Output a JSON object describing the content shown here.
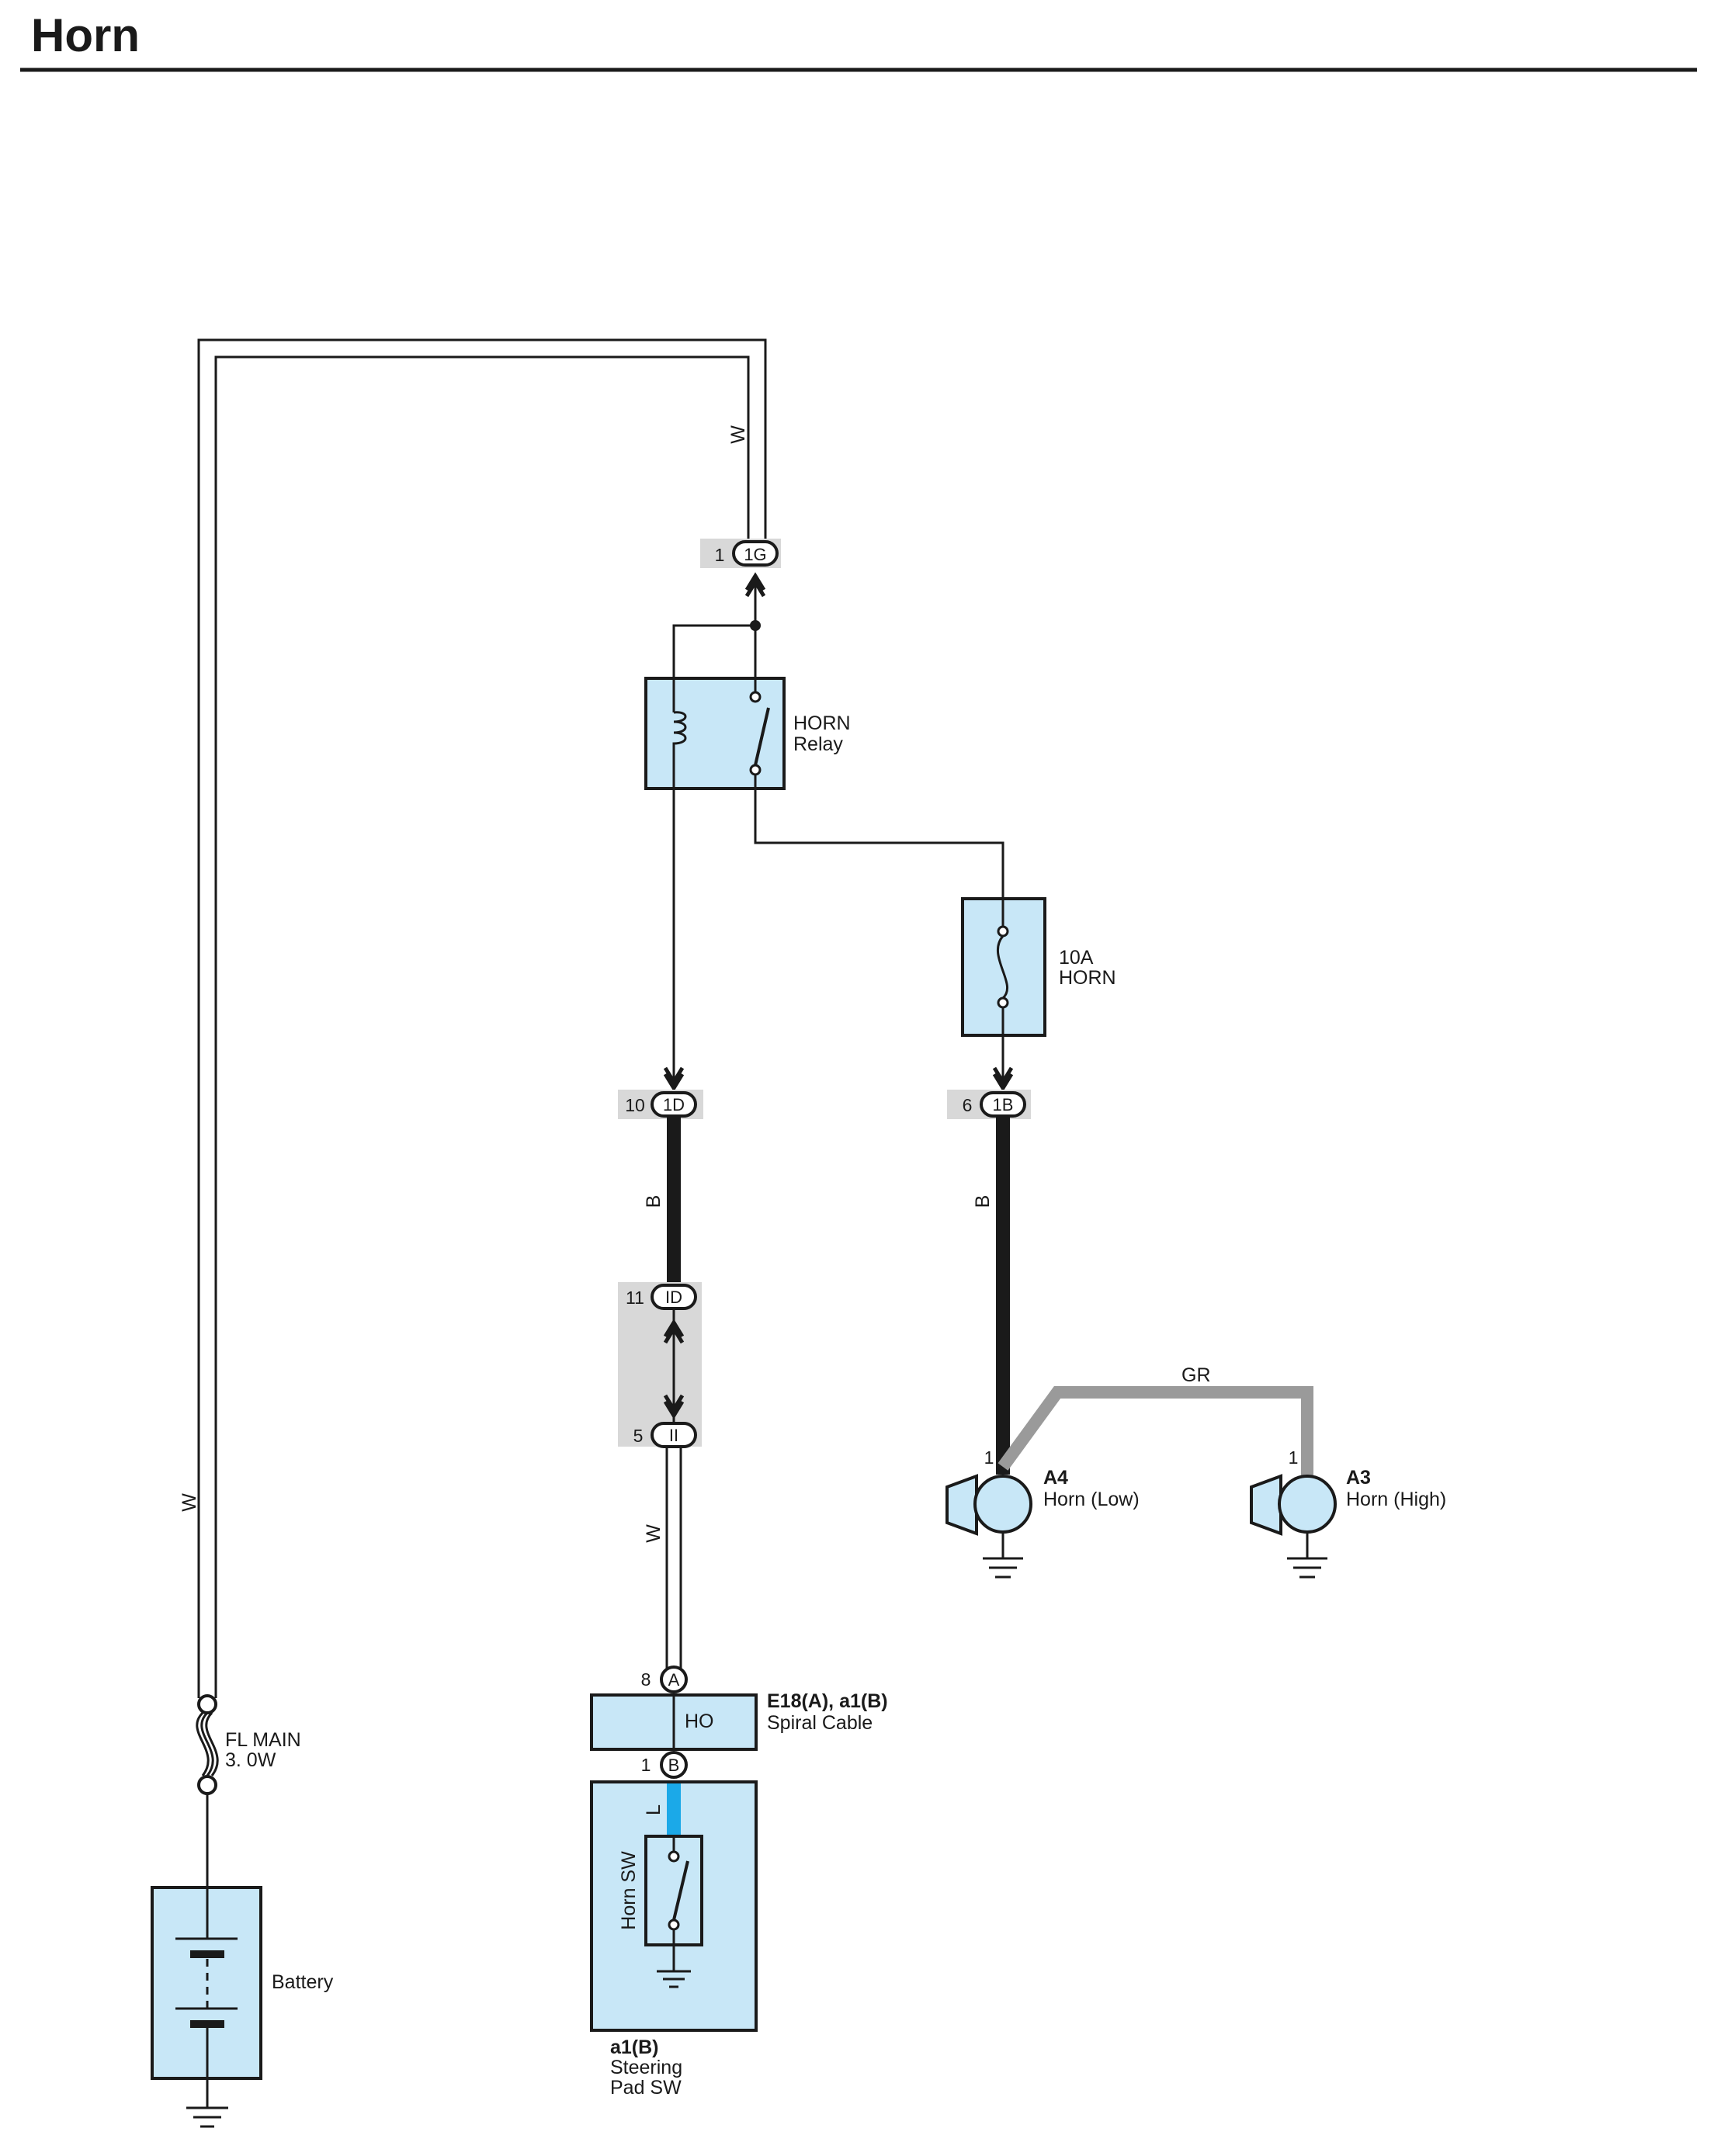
{
  "title": "Horn",
  "wire_colors": {
    "white": "W",
    "black": "B",
    "gray": "GR",
    "blue": "L"
  },
  "connectors": {
    "c1g": {
      "pin": "1",
      "id": "1G"
    },
    "c1d": {
      "pin": "10",
      "id": "1D"
    },
    "c1b": {
      "pin": "6",
      "id": "1B"
    },
    "cid": {
      "pin": "11",
      "id": "ID"
    },
    "cii": {
      "pin": "5",
      "id": "II"
    },
    "ca": {
      "pin": "8",
      "id": "A"
    },
    "cb": {
      "pin": "1",
      "id": "B"
    }
  },
  "components": {
    "horn_relay": {
      "line1": "HORN",
      "line2": "Relay"
    },
    "fuse_horn": {
      "line1": "10A",
      "line2": "HORN"
    },
    "fl_main": {
      "line1": "FL MAIN",
      "line2": "3. 0W"
    },
    "battery": {
      "label": "Battery"
    },
    "spiral_cable": {
      "code": "E18(A), a1(B)",
      "name": "Spiral Cable",
      "terminal": "HO"
    },
    "steering_pad": {
      "code": "a1(B)",
      "line1": "Steering",
      "line2": "Pad SW",
      "switch": "Horn SW"
    },
    "horn_low": {
      "pin": "1",
      "code": "A4",
      "name": "Horn (Low)"
    },
    "horn_high": {
      "pin": "1",
      "code": "A3",
      "name": "Horn (High)"
    }
  },
  "colors": {
    "component_fill": "#c8e7f7",
    "wire_blue": "#1ba9e8",
    "wire_gray": "#9a9a9a",
    "connector_bg": "#d8d8d8"
  }
}
